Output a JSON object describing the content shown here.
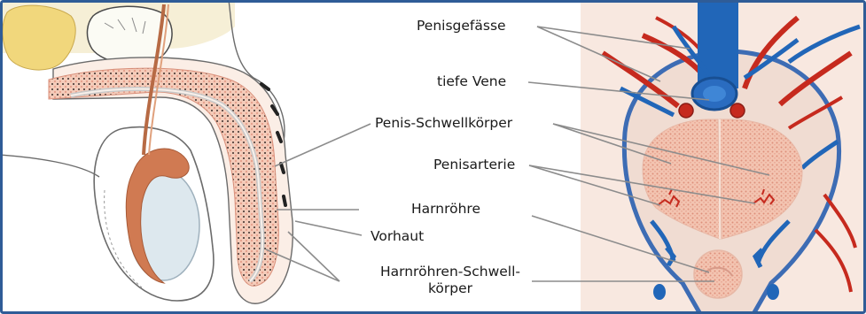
{
  "diagram": {
    "labels": {
      "penisgefaesse": "Penisgefässe",
      "tiefe_vene": "tiefe Vene",
      "schwellkoerper": "Penis-Schwellkörper",
      "penisarterie": "Penisarterie",
      "harnroehre": "Harnröhre",
      "vorhaut": "Vorhaut",
      "harnroehren_line1": "Harnröhren-Schwell-",
      "harnroehren_line2": "körper"
    },
    "colors": {
      "frame": "#2f5c97",
      "tissue": "#f2c3b0",
      "tissue_dots": "#e79a86",
      "vein": "#2166b8",
      "artery": "#c62a1e",
      "skin_outline": "#6b6b6b",
      "leader": "#8c8c8c"
    }
  }
}
